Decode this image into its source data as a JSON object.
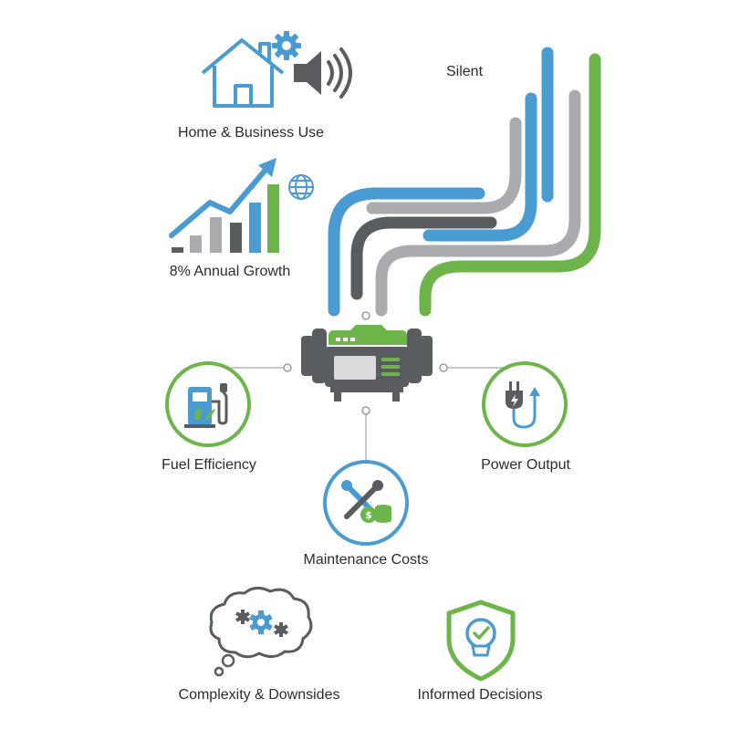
{
  "colors": {
    "blue": "#4A9BD1",
    "green": "#6DB54B",
    "gray": "#A9ABAE",
    "dark": "#5A5D60",
    "text": "#2B2B2B"
  },
  "labels": {
    "silent": "Silent",
    "home_business": "Home & Business Use",
    "growth": "8% Annual Growth",
    "fuel_efficiency": "Fuel Efficiency",
    "power_output": "Power Output",
    "maintenance": "Maintenance Costs",
    "complexity": "Complexity & Downsides",
    "informed": "Informed Decisions"
  },
  "icons": {
    "home": "house-icon",
    "gear": "gear-icon",
    "speaker": "speaker-icon",
    "growth_chart": "growth-chart-icon",
    "globe": "globe-icon",
    "generator": "generator-icon",
    "fuel": "fuel-pump-icon",
    "power": "power-plug-icon",
    "maintenance": "wrench-coins-icon",
    "brain": "thought-cloud-icon",
    "shield": "shield-bulb-icon"
  }
}
